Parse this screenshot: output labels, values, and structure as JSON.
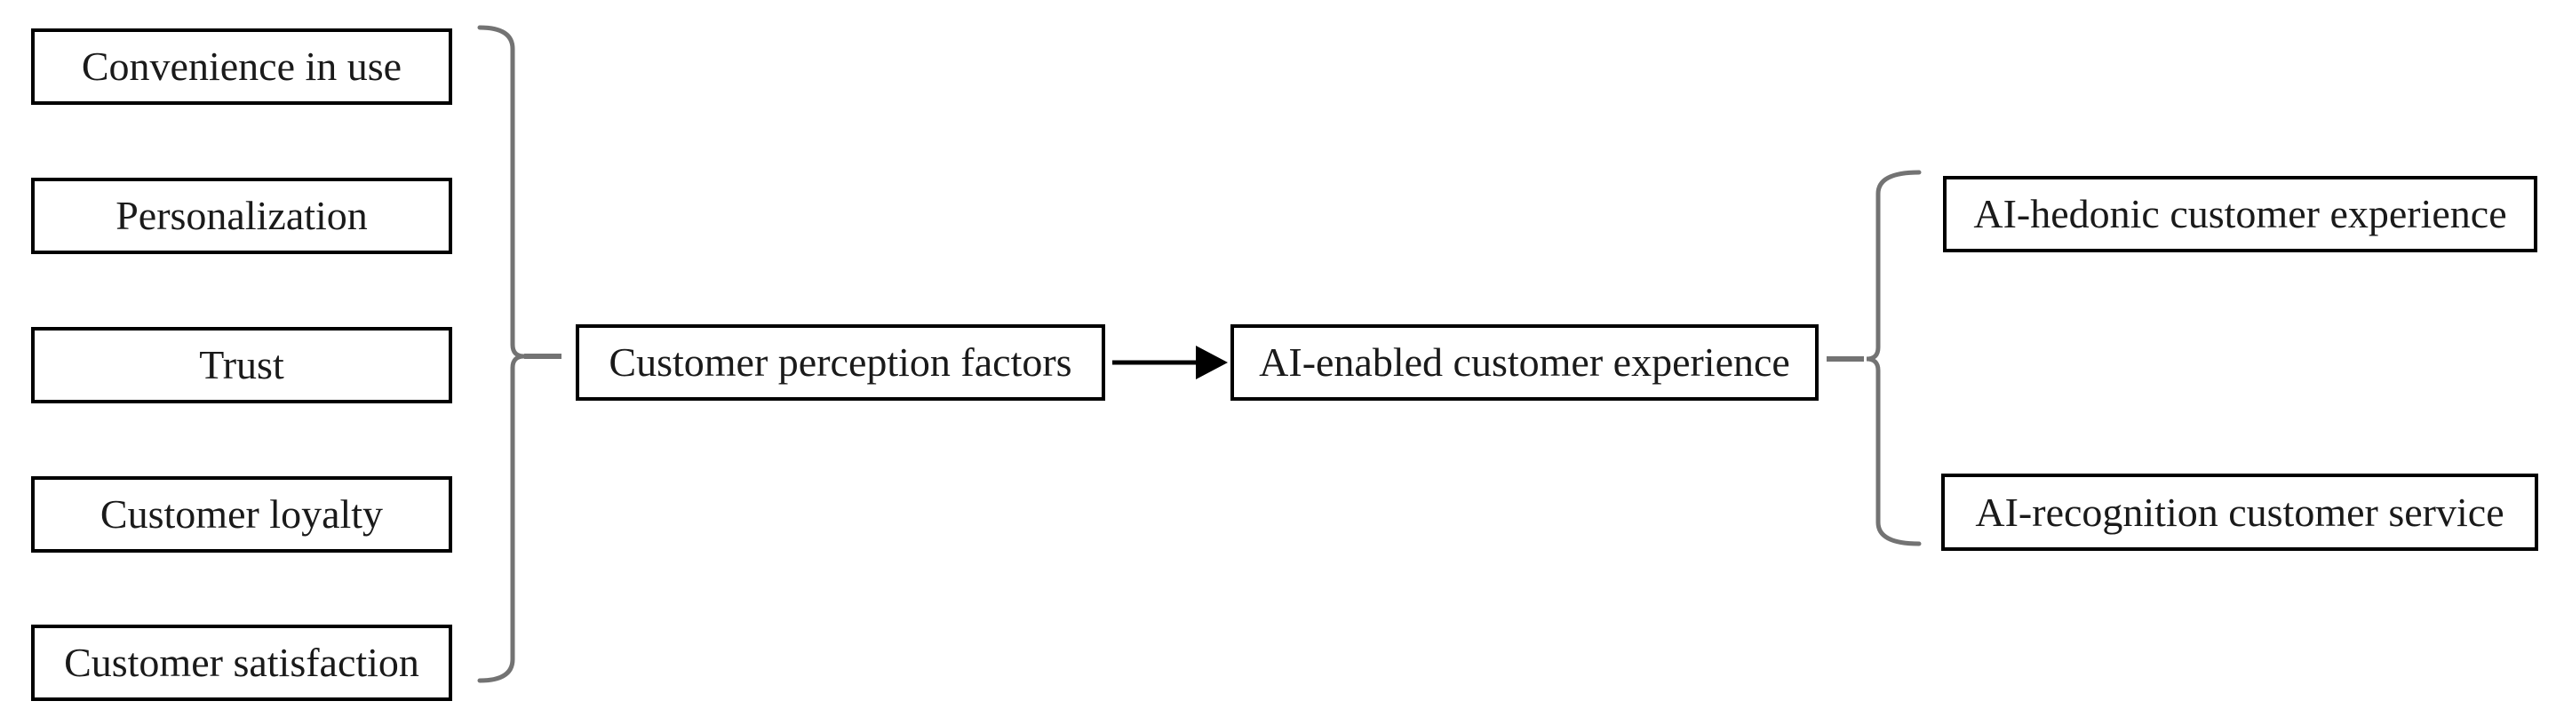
{
  "diagram": {
    "left_factors": [
      {
        "label": "Convenience in use"
      },
      {
        "label": "Personalization"
      },
      {
        "label": "Trust"
      },
      {
        "label": "Customer loyalty"
      },
      {
        "label": "Customer satisfaction"
      }
    ],
    "center_box": {
      "label": "Customer perception factors"
    },
    "outcome_box": {
      "label": "AI-enabled customer experience"
    },
    "right_outcomes": [
      {
        "label": "AI-hedonic customer experience"
      },
      {
        "label": "AI-recognition customer service"
      }
    ],
    "colors": {
      "background": "#ffffff",
      "box_border": "#000000",
      "text": "#1a1a1a",
      "brace": "#737373",
      "arrow": "#000000"
    }
  }
}
